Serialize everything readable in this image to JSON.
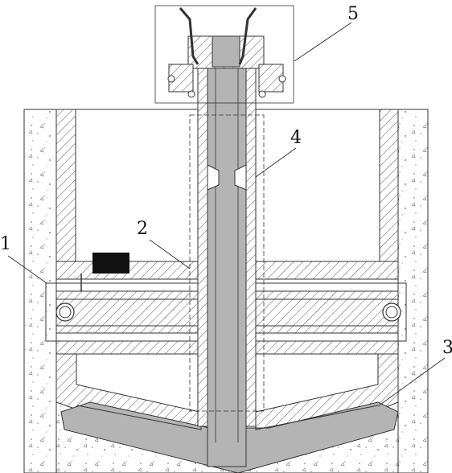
{
  "diagram": {
    "callouts": [
      {
        "id": "1",
        "text": "1"
      },
      {
        "id": "2",
        "text": "2"
      },
      {
        "id": "3",
        "text": "3"
      },
      {
        "id": "4",
        "text": "4"
      },
      {
        "id": "5",
        "text": "5"
      }
    ],
    "colors": {
      "line": "#333333",
      "hatch": "#555555",
      "grey_core": "#b4b4b4",
      "concrete_dot": "#8a8a8a",
      "sensor_box": "#111111"
    }
  }
}
